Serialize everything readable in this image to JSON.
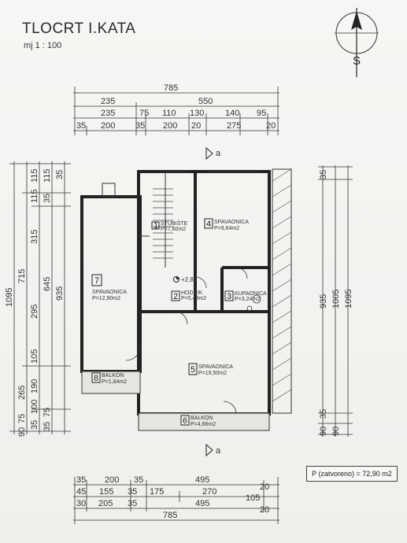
{
  "header": {
    "title": "TLOCRT I.KATA",
    "scale": "mj 1 : 100"
  },
  "compass": {
    "letter": "S"
  },
  "top_dims": {
    "row1": [
      "785"
    ],
    "row2": [
      "235",
      "550"
    ],
    "row3": [
      "235",
      "75",
      "110",
      "130",
      "140",
      "95"
    ],
    "row4": [
      "35",
      "200",
      "35",
      "200",
      "20",
      "275",
      "20"
    ]
  },
  "left_dims": {
    "col1": [
      "1095"
    ],
    "col2": [
      "715",
      "265",
      "75",
      "90"
    ],
    "col3": [
      "115",
      "115",
      "315",
      "295",
      "105",
      "190",
      "100",
      "35"
    ],
    "col4": [
      "115",
      "35",
      "645",
      "75",
      "35"
    ],
    "col5": [
      "35",
      "935"
    ]
  },
  "right_dims": {
    "col1": [
      "35",
      "935",
      "35",
      "90"
    ],
    "col2": [
      "1005",
      "90"
    ],
    "col3": [
      "1095"
    ]
  },
  "bottom_dims": {
    "row1": [
      "35",
      "200",
      "35",
      "495",
      "20"
    ],
    "row2": [
      "45",
      "155",
      "35",
      "175",
      "270",
      "105"
    ],
    "row3": [
      "30",
      "205",
      "35",
      "495",
      "20"
    ],
    "row4": [
      "785"
    ]
  },
  "level_mark": "+2,80",
  "rooms": [
    {
      "num": "1",
      "name": "STUBIŠTE",
      "area": "P=7,60m2"
    },
    {
      "num": "2",
      "name": "HODNIK",
      "area": "P=5,49m2"
    },
    {
      "num": "3",
      "name": "KUPAONICA",
      "area": "P=3,24m2"
    },
    {
      "num": "4",
      "name": "SPAVAONICA",
      "area": "P=9,64m2"
    },
    {
      "num": "5",
      "name": "SPAVAONICA",
      "area": "P=19,50m2"
    },
    {
      "num": "6",
      "name": "BALKON",
      "area": "P=4,66m2"
    },
    {
      "num": "7",
      "name": "SPAVAONICA",
      "area": "P=12,90m2"
    },
    {
      "num": "8",
      "name": "BALKON",
      "area": "P=1,84m2"
    }
  ],
  "section_mark": "a",
  "total_area": "P (zatvoreno) = 72,90 m2"
}
